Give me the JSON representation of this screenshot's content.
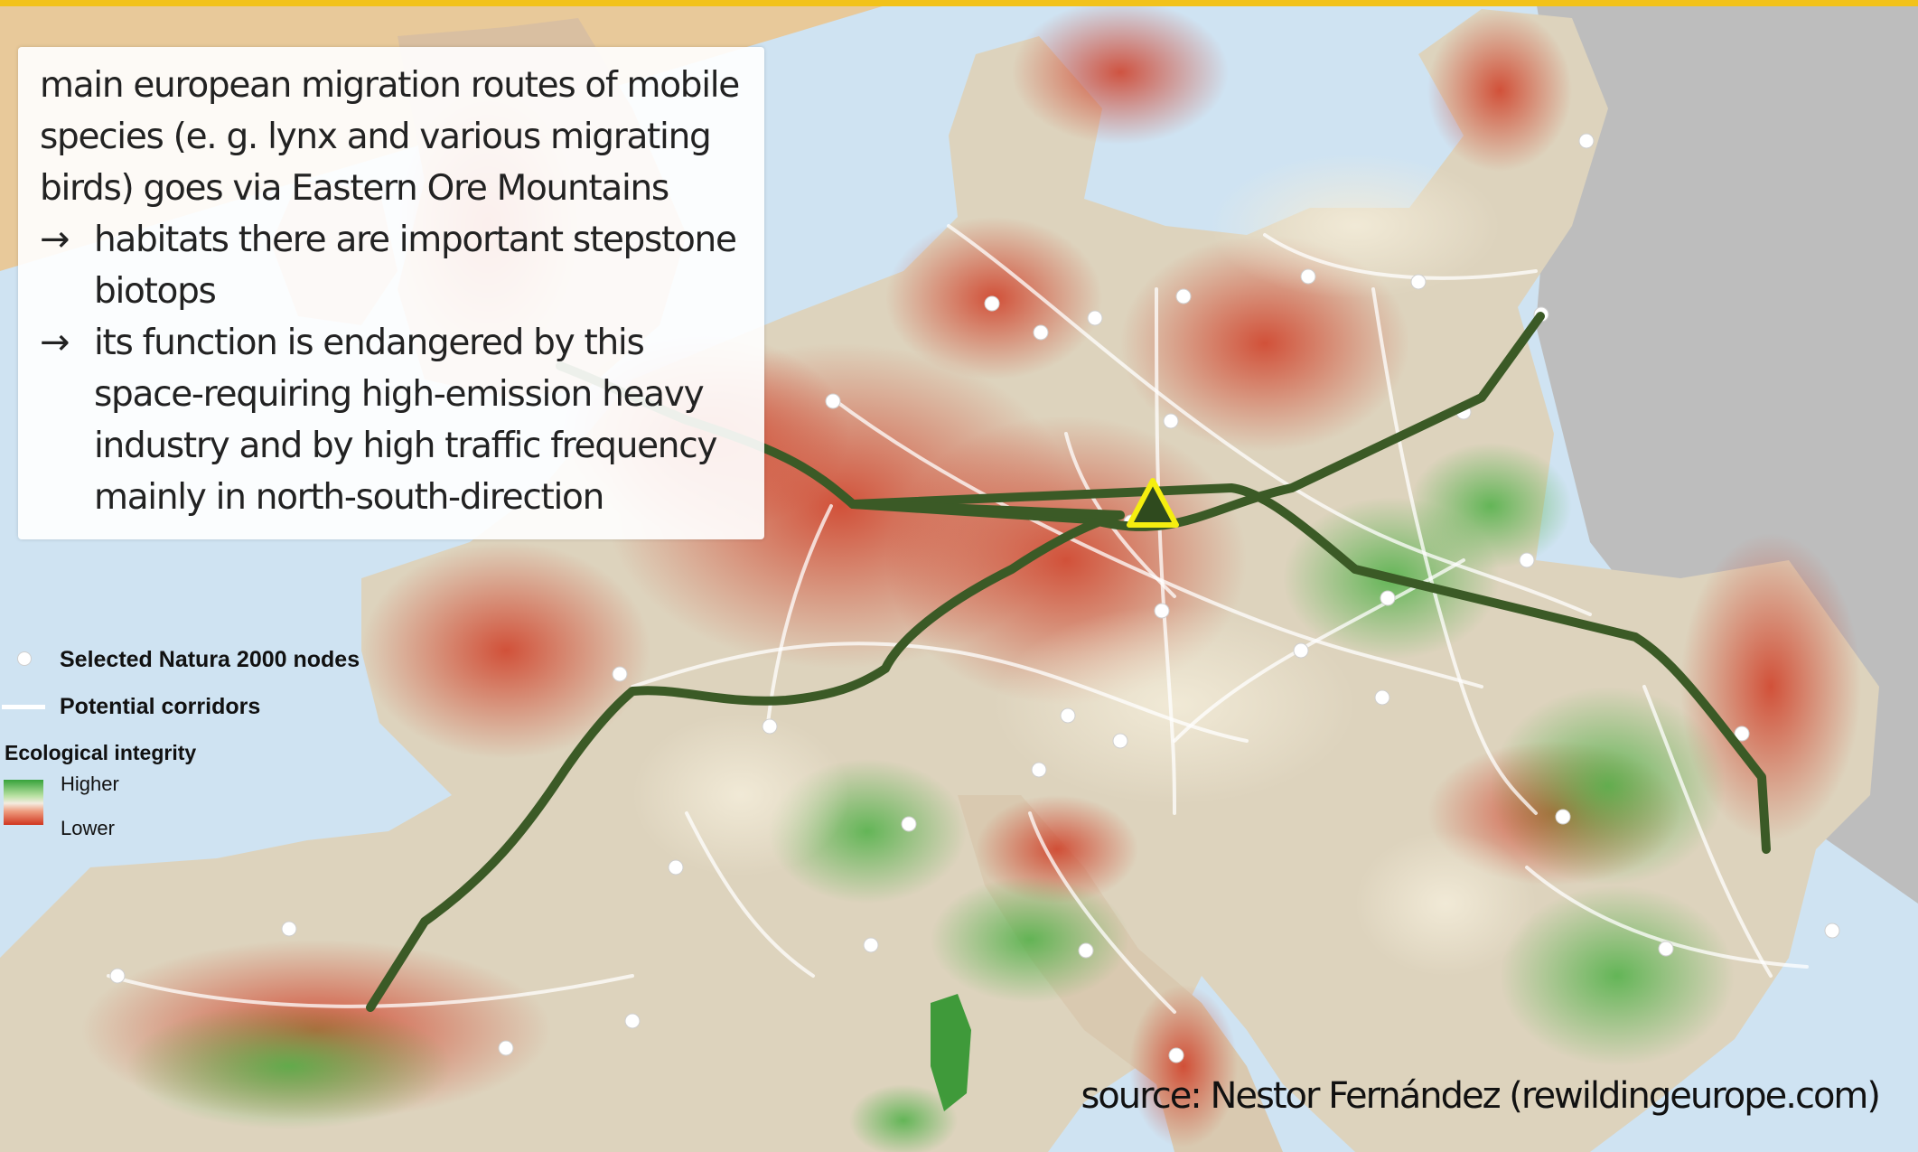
{
  "info_box": {
    "intro": "main european migration routes of mobile species (e. g. lynx and various migrating birds) goes via Eastern Ore Mountains",
    "points": [
      "habitats there are important stepstone biotops",
      "its function is endangered by this space-requiring high-emission heavy industry and by high traffic frequency mainly in north-south-direction"
    ],
    "arrow_symbol": "→"
  },
  "legend": {
    "nodes_label": "Selected Natura 2000 nodes",
    "corridors_label": "Potential corridors",
    "integrity_heading": "Ecological integrity",
    "higher_label": "Higher",
    "lower_label": "Lower"
  },
  "source": "source: Nestor Fernández (rewildingeurope.com)",
  "colors": {
    "sea": "#cfe3f2",
    "non_study_land": "#bdbdbd",
    "high_integrity": "#5cbf4a",
    "low_integrity": "#d0351f",
    "route_line": "#3b5a26",
    "marker_fill": "#2f4a1e",
    "marker_outline": "#f5ee10",
    "top_bar": "#f2c21a"
  },
  "icons": {
    "route_marker": "triangle-marker-icon",
    "node": "node-circle-icon"
  }
}
